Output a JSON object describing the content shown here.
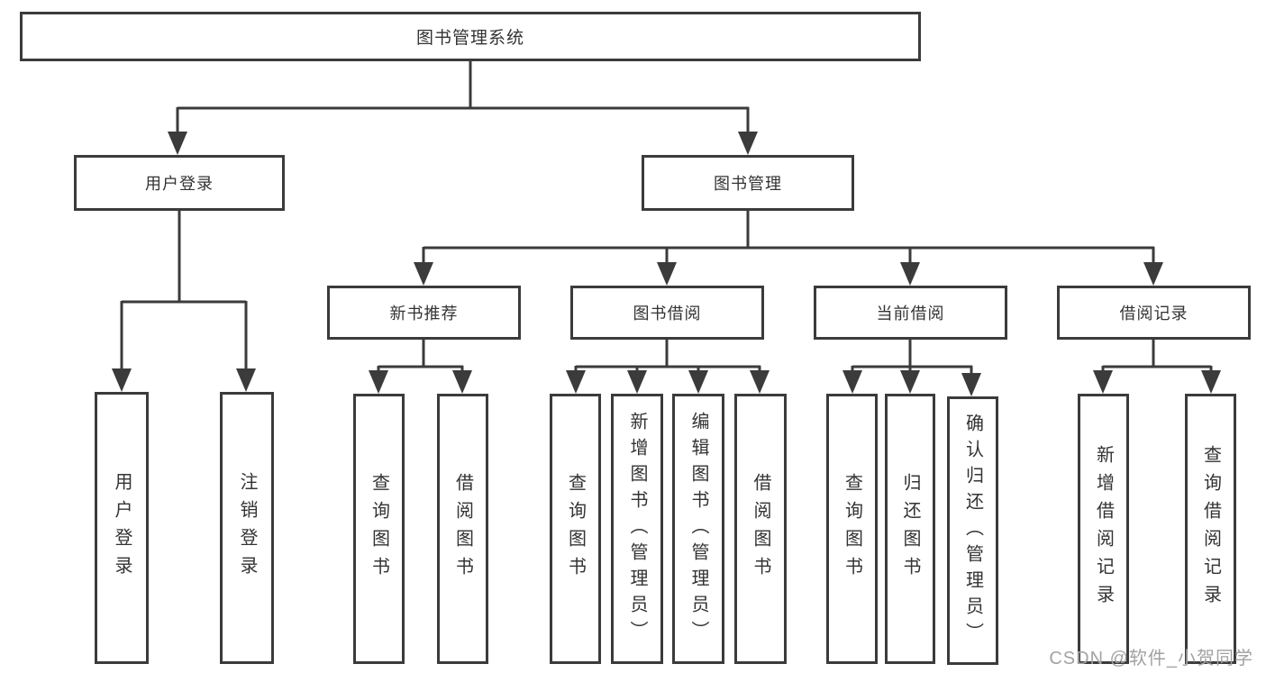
{
  "diagram": {
    "title": "图书管理系统",
    "type": "feature-tree"
  },
  "nodes": {
    "root": {
      "label": "图书管理系统"
    },
    "user_login": {
      "label": "用户登录"
    },
    "book_management": {
      "label": "图书管理"
    },
    "new_book_recommend": {
      "label": "新书推荐"
    },
    "book_borrowing": {
      "label": "图书借阅"
    },
    "current_borrowing": {
      "label": "当前借阅"
    },
    "borrowing_records": {
      "label": "借阅记录"
    },
    "user_login_leaf": {
      "label": "用户登录"
    },
    "logout_leaf": {
      "label": "注销登录"
    },
    "nbr_query_books": {
      "label": "查询图书"
    },
    "nbr_borrow_books": {
      "label": "借阅图书"
    },
    "bb_query_books": {
      "label": "查询图书"
    },
    "bb_add_books": {
      "label": "新增图书（管理员）"
    },
    "bb_edit_books": {
      "label": "编辑图书（管理员）"
    },
    "bb_borrow_books": {
      "label": "借阅图书"
    },
    "cb_query_books": {
      "label": "查询图书"
    },
    "cb_return_books": {
      "label": "归还图书"
    },
    "cb_confirm_return": {
      "label": "确认归还（管理员）"
    },
    "br_add_record": {
      "label": "新增借阅记录"
    },
    "br_query_record": {
      "label": "查询借阅记录"
    }
  },
  "hierarchy_note": {
    "root": "图书管理系统",
    "branches": [
      "用户登录 → 用户登录, 注销登录",
      "图书管理 → 新书推荐, 图书借阅, 当前借阅, 借阅记录",
      "新书推荐 → 查询图书, 借阅图书",
      "图书借阅 → 查询图书, 新增图书（管理员）, 编辑图书（管理员）, 借阅图书",
      "当前借阅 → 查询图书, 归还图书, 确认归还（管理员）",
      "借阅记录 → 新增借阅记录, 查询借阅记录"
    ]
  },
  "watermark": {
    "text": "CSDN @软件_小贺同学"
  },
  "colors": {
    "line": "#3b3b3b",
    "box_border": "#3b3b3b",
    "text": "#333333",
    "watermark": "#a2a2a2",
    "background": "#ffffff"
  }
}
